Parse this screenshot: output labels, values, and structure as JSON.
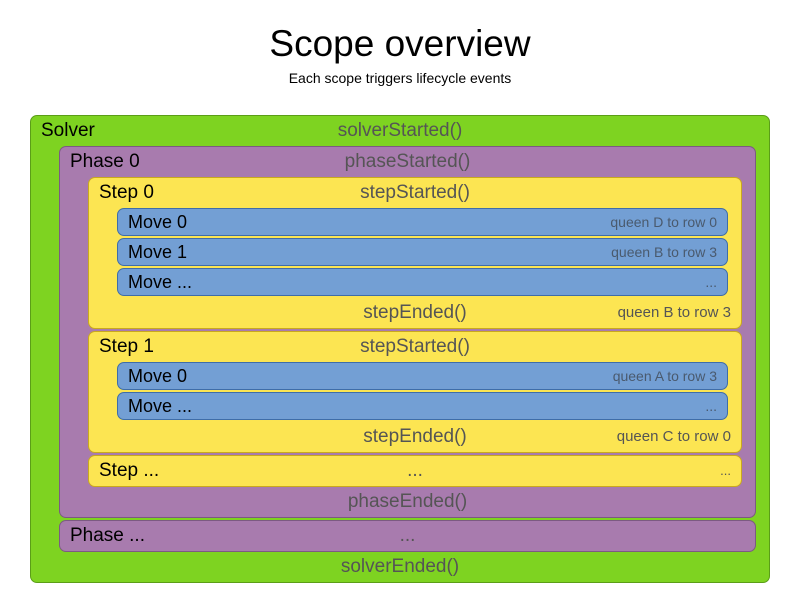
{
  "header": {
    "title": "Scope overview",
    "subtitle": "Each scope triggers lifecycle events"
  },
  "colors": {
    "solver": "#7ED321",
    "phase": "#A87BAE",
    "step": "#FCE552",
    "move": "#739FD4",
    "event_text": "#555555",
    "name_text": "#000000"
  },
  "solver": {
    "name": "Solver",
    "started_event": "solverStarted()",
    "ended_event": "solverEnded()",
    "phases": [
      {
        "name": "Phase 0",
        "started_event": "phaseStarted()",
        "ended_event": "phaseEnded()",
        "steps": [
          {
            "name": "Step 0",
            "started_event": "stepStarted()",
            "ended_event": "stepEnded()",
            "ended_detail": "queen B to row 3",
            "moves": [
              {
                "name": "Move 0",
                "detail": "queen D to row 0"
              },
              {
                "name": "Move 1",
                "detail": "queen B to row 3"
              },
              {
                "name": "Move ...",
                "detail": "..."
              }
            ]
          },
          {
            "name": "Step 1",
            "started_event": "stepStarted()",
            "ended_event": "stepEnded()",
            "ended_detail": "queen C to row 0",
            "moves": [
              {
                "name": "Move 0",
                "detail": "queen A to row 3"
              },
              {
                "name": "Move ...",
                "detail": "..."
              }
            ]
          },
          {
            "name": "Step ...",
            "started_event": "...",
            "started_detail": "...",
            "moves": []
          }
        ]
      },
      {
        "name": "Phase ...",
        "started_event": "...",
        "steps": []
      }
    ]
  }
}
